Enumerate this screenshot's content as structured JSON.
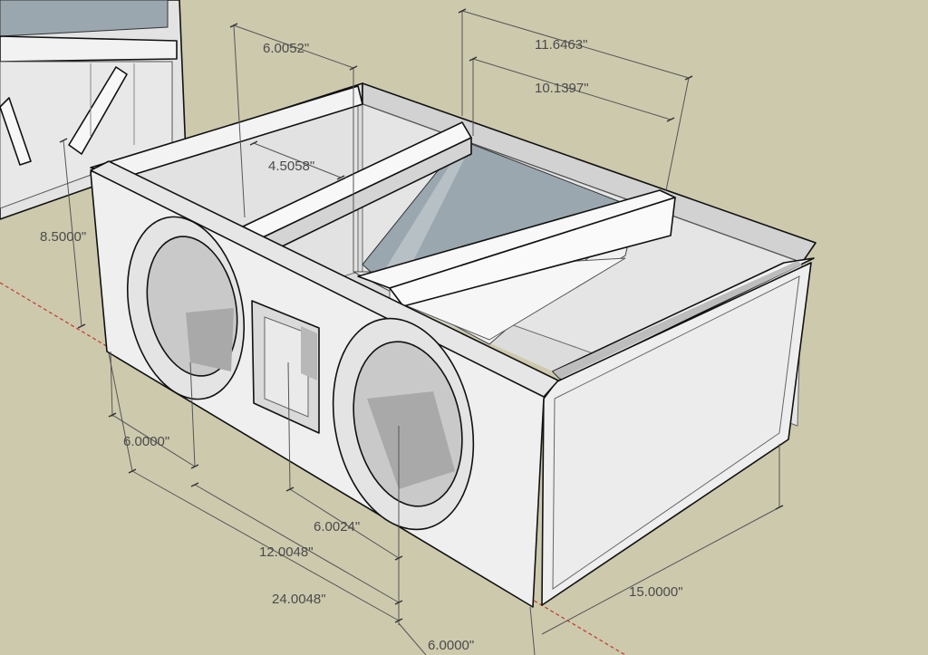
{
  "model": {
    "dimensions": {
      "top_left_width": "6.0052\"",
      "top_overall_width": "11.6463\"",
      "top_inner_width": "10.1397\"",
      "brace_offset": "4.5058\"",
      "height": "8.5000\"",
      "port_offset": "6.0000\"",
      "port_width": "6.0024\"",
      "driver_spacing": "12.0048\"",
      "overall_width": "24.0048\"",
      "right_offset": "6.0000\"",
      "depth": "15.0000\""
    },
    "colors": {
      "ground": "#cdc9ad",
      "panel_face": "#eeeeee",
      "panel_shade": "#d6d6d6",
      "glass": "#9aa7ae",
      "axis_red": "#c0392b"
    }
  }
}
